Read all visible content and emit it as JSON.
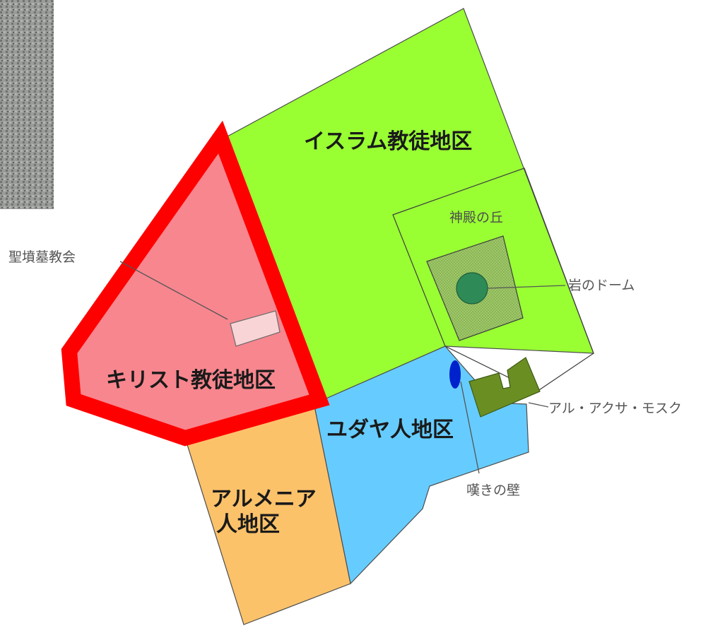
{
  "districts": {
    "muslim": {
      "label": "イスラム教徒地区",
      "color": "#99ff33"
    },
    "christian": {
      "label": "キリスト教徒地区",
      "color": "#f7868e"
    },
    "jewish": {
      "label": "ユダヤ人地区",
      "color": "#66ccff"
    },
    "armenian": {
      "label_line1": "アルメニア",
      "label_line2": "人地区",
      "color": "#fcc26a"
    }
  },
  "landmarks": {
    "holy_sepulchre": {
      "label": "聖墳墓教会"
    },
    "temple_mount": {
      "label": "神殿の丘"
    },
    "dome_of_rock": {
      "label": "岩のドーム",
      "color": "#2e8b57"
    },
    "al_aqsa": {
      "label": "アル・アクサ・モスク",
      "color": "#6b8e23"
    },
    "wailing_wall": {
      "label": "嘆きの壁",
      "color": "#0022cc"
    }
  },
  "highlight": {
    "color": "#ff0000"
  }
}
